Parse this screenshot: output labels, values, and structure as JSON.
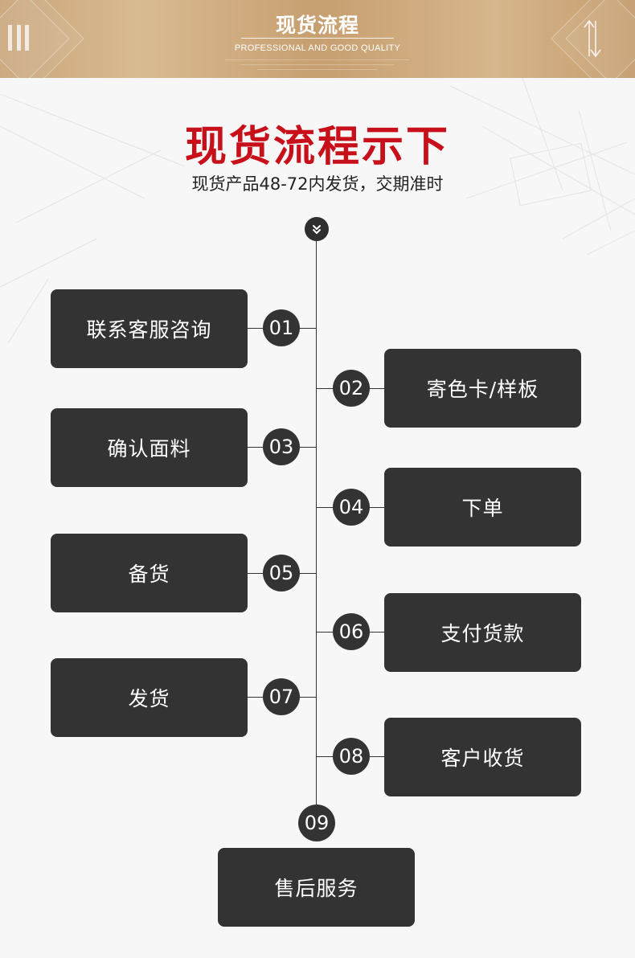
{
  "header": {
    "title": "现货流程",
    "subtitle": "PROFESSIONAL AND GOOD QUALITY"
  },
  "main": {
    "title": "现货流程示下",
    "subtitle": "现货产品48-72内发货，交期准时"
  },
  "steps": [
    {
      "number": "01",
      "label": "联系客服咨询"
    },
    {
      "number": "02",
      "label": "寄色卡/样板"
    },
    {
      "number": "03",
      "label": "确认面料"
    },
    {
      "number": "04",
      "label": "下单"
    },
    {
      "number": "05",
      "label": "备货"
    },
    {
      "number": "06",
      "label": "支付货款"
    },
    {
      "number": "07",
      "label": "发货"
    },
    {
      "number": "08",
      "label": "客户收货"
    },
    {
      "number": "09",
      "label": "售后服务"
    }
  ],
  "icons": {
    "top_marker": "double-chevron-down-icon",
    "banner_left": "vertical-bars-icon",
    "banner_right": "up-down-arrows-icon"
  },
  "colors": {
    "title_red": "#c8101a",
    "box_dark": "#333333",
    "banner_gold": "#c9a57a"
  }
}
